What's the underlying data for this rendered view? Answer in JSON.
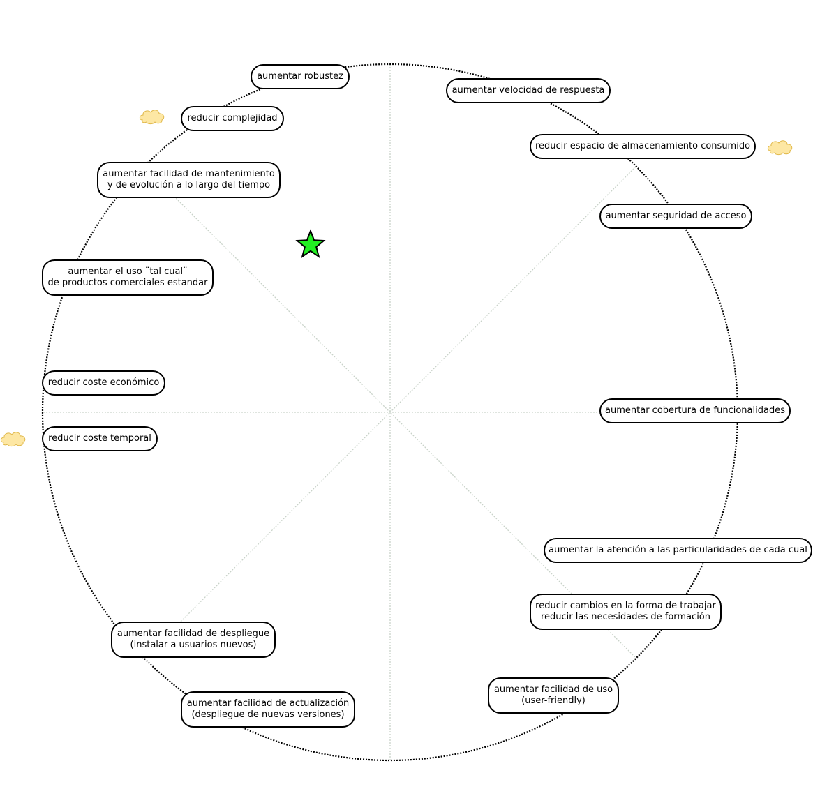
{
  "nodes": [
    {
      "id": "n1",
      "lines": [
        "aumentar robustez"
      ]
    },
    {
      "id": "n2",
      "lines": [
        "aumentar velocidad de respuesta"
      ]
    },
    {
      "id": "n3",
      "lines": [
        "reducir complejidad"
      ]
    },
    {
      "id": "n4",
      "lines": [
        "reducir espacio de almacenamiento consumido"
      ]
    },
    {
      "id": "n5",
      "lines": [
        "aumentar facilidad de mantenimiento",
        "y de evolución a lo largo del tiempo"
      ]
    },
    {
      "id": "n6",
      "lines": [
        "aumentar seguridad de acceso"
      ]
    },
    {
      "id": "n7",
      "lines": [
        "aumentar el uso ¨tal cual¨",
        "de productos comerciales estandar"
      ]
    },
    {
      "id": "n8",
      "lines": [
        "reducir coste económico"
      ]
    },
    {
      "id": "n9",
      "lines": [
        "aumentar cobertura de funcionalidades"
      ]
    },
    {
      "id": "n10",
      "lines": [
        "reducir coste temporal"
      ]
    },
    {
      "id": "n11",
      "lines": [
        "aumentar la atención a las particularidades de cada cual"
      ]
    },
    {
      "id": "n12",
      "lines": [
        "reducir cambios en la forma de trabajar",
        "reducir las necesidades de formación"
      ]
    },
    {
      "id": "n13",
      "lines": [
        "aumentar facilidad de despliegue",
        "(instalar a usuarios nuevos)"
      ]
    },
    {
      "id": "n14",
      "lines": [
        "aumentar facilidad de uso",
        "(user-friendly)"
      ]
    },
    {
      "id": "n15",
      "lines": [
        "aumentar facilidad de actualización",
        "(despliegue de nuevas versiones)"
      ]
    }
  ],
  "colors": {
    "star_fill": "#22ee22",
    "cloud_fill": "#fde7a4",
    "cloud_stroke": "#e0b84a",
    "spoke": "#c9d3c9",
    "ring": "#000000"
  },
  "icons": [
    "star-icon",
    "cloud-icon"
  ]
}
